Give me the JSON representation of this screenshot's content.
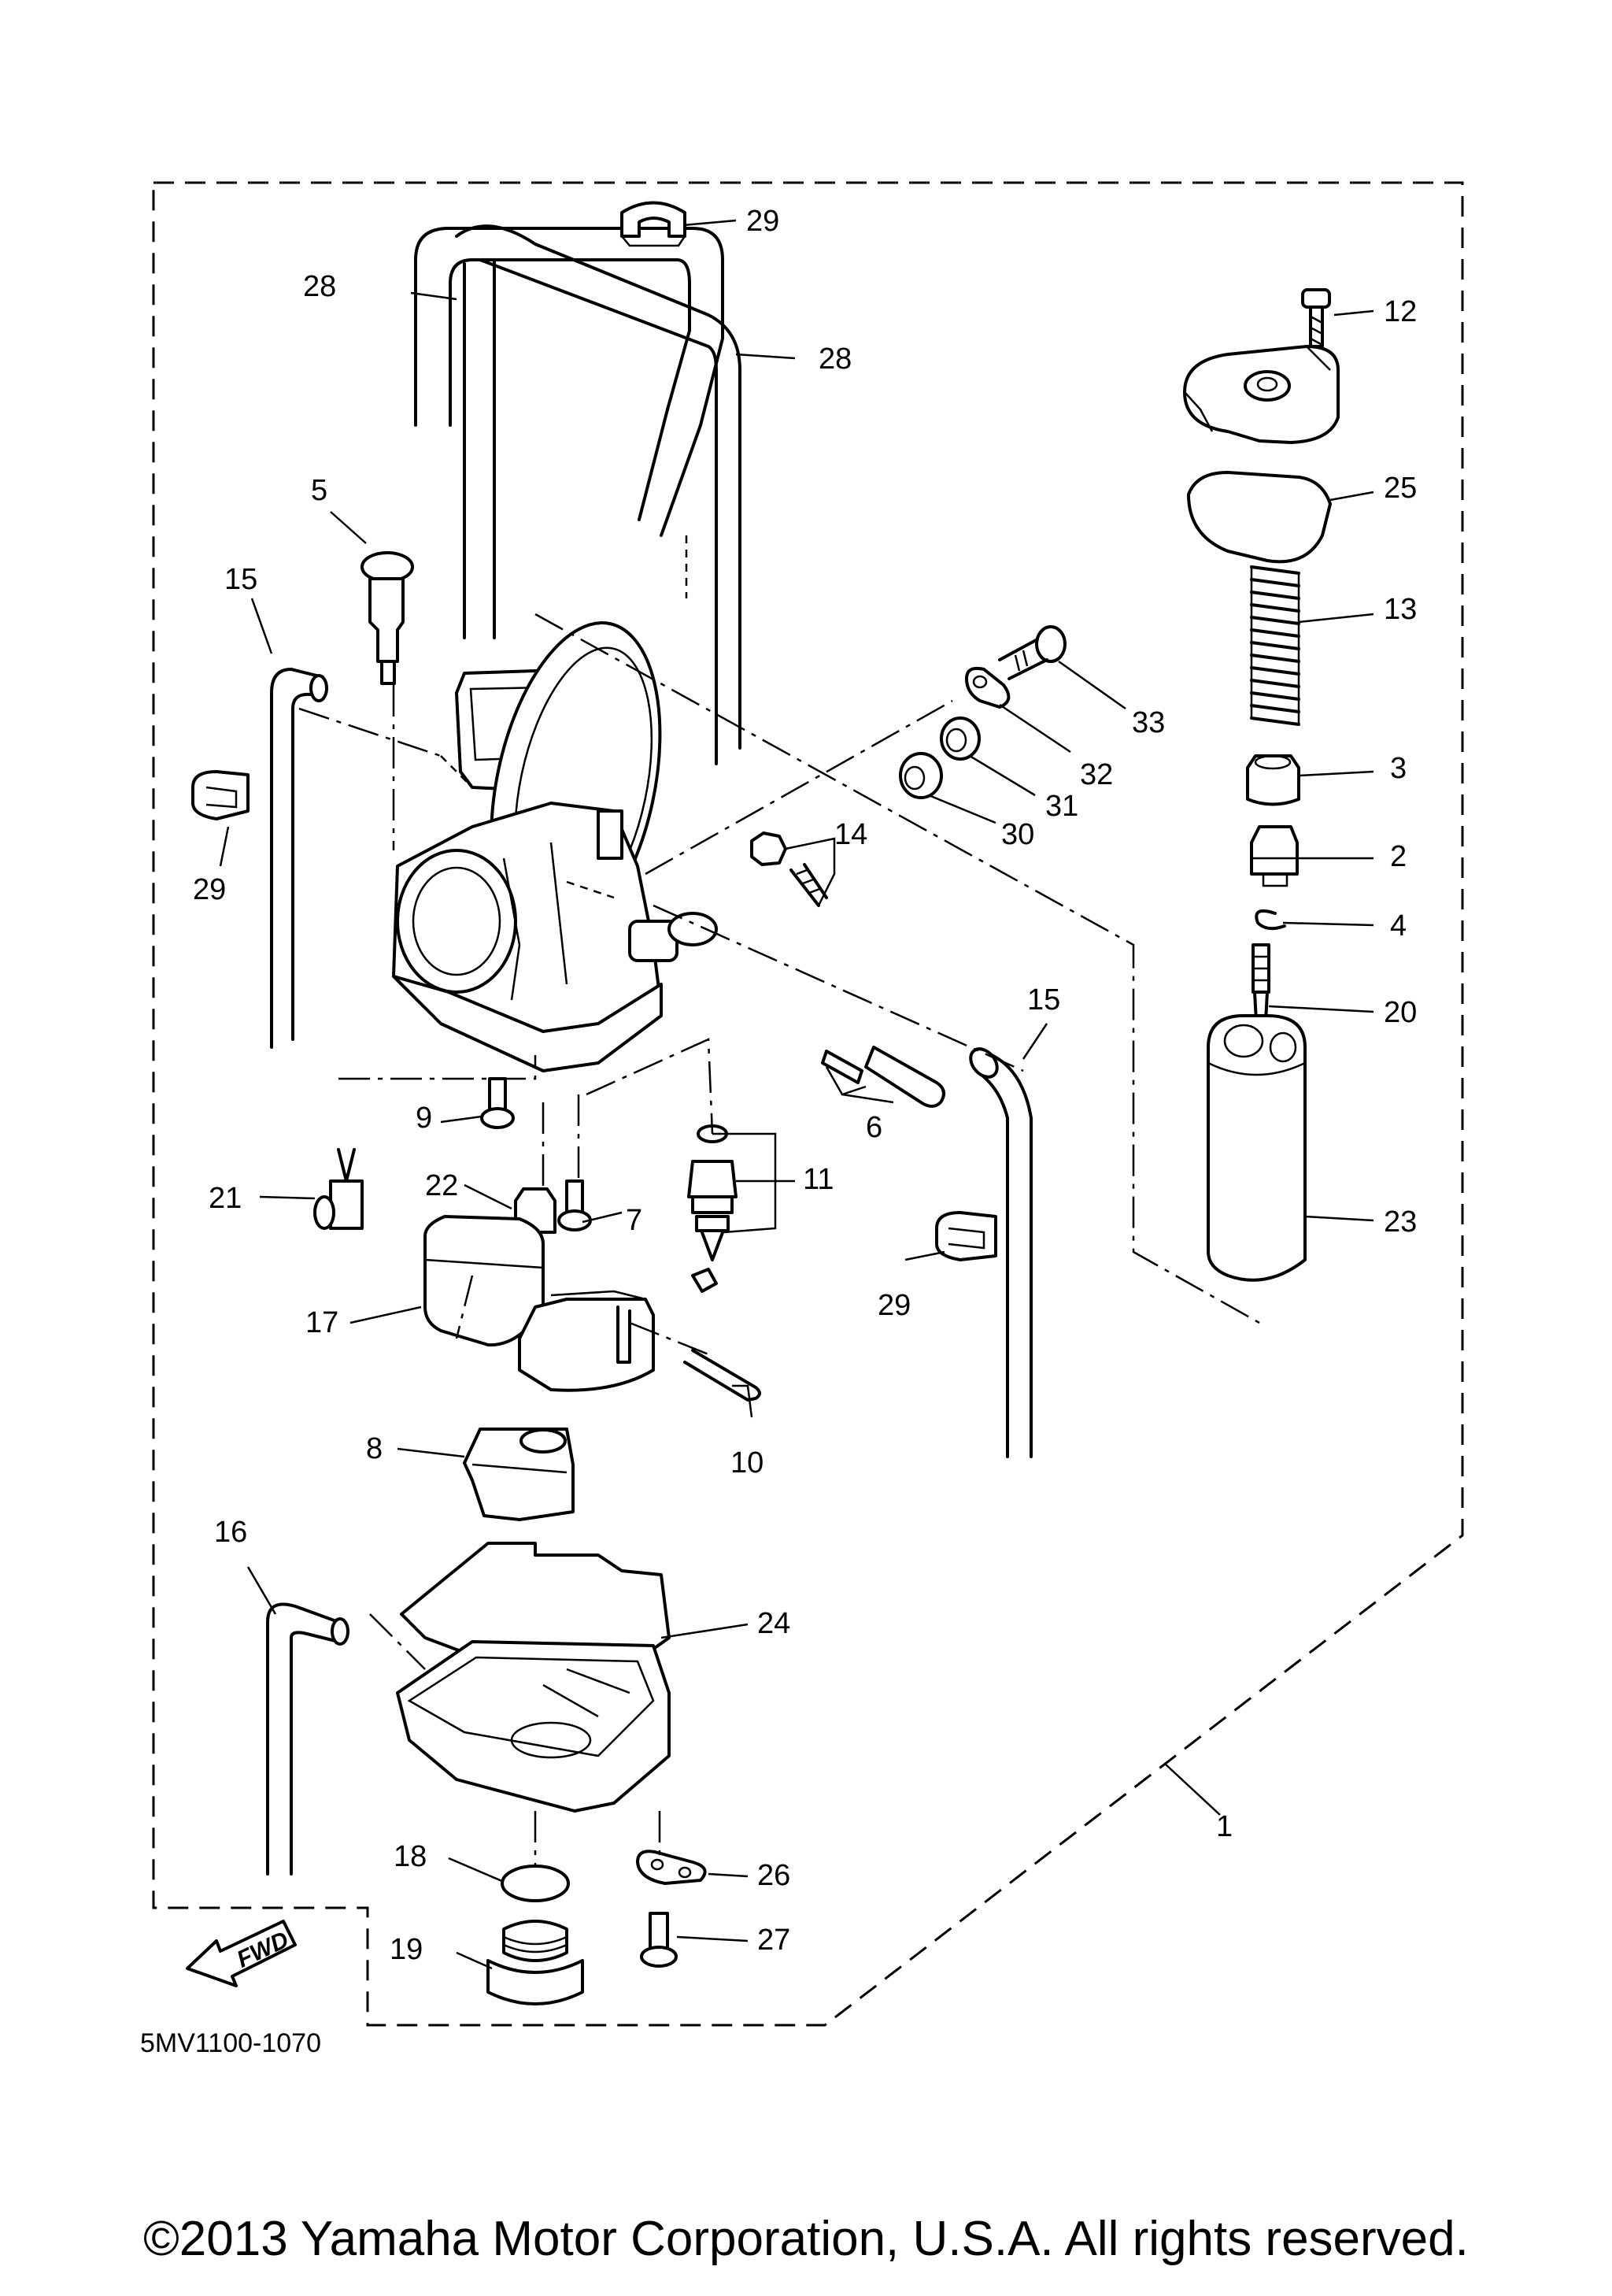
{
  "diagram_code": "5MV1100-1070",
  "fwd_label": "FWD",
  "copyright": "©2013 Yamaha Motor Corporation, U.S.A. All rights reserved.",
  "callouts": {
    "c1": "1",
    "c2": "2",
    "c3": "3",
    "c4": "4",
    "c5": "5",
    "c6": "6",
    "c7": "7",
    "c8": "8",
    "c9": "9",
    "c10": "10",
    "c11": "11",
    "c12": "12",
    "c13": "13",
    "c14": "14",
    "c15a": "15",
    "c15b": "15",
    "c16": "16",
    "c17": "17",
    "c18": "18",
    "c19": "19",
    "c20": "20",
    "c21": "21",
    "c22": "22",
    "c23": "23",
    "c24": "24",
    "c25": "25",
    "c26": "26",
    "c27": "27",
    "c28a": "28",
    "c28b": "28",
    "c29a": "29",
    "c29b": "29",
    "c29c": "29",
    "c30": "30",
    "c31": "31",
    "c32": "32",
    "c33": "33"
  }
}
